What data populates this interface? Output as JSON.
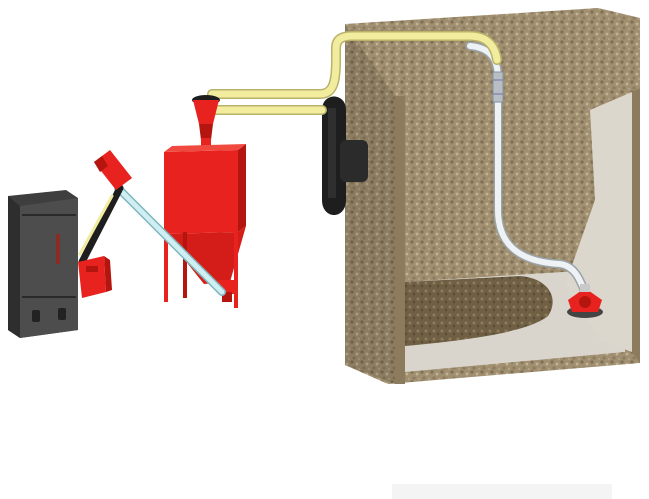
{
  "colors": {
    "background": "#ffffff",
    "boiler_body": "#3e3e3e",
    "boiler_front": "#4d4d4d",
    "accent_red": "#e8231f",
    "accent_red_dark": "#b5150f",
    "pipe_yellow": "#f1ec9e",
    "pipe_white": "#eef2f4",
    "hose_cyan": "#cfeff2",
    "vacuum_unit": "#1e1e1e",
    "storage_wall": "#9a8a6c",
    "storage_floor": "#d9d5cc",
    "pellet_pile": "#7a6a4e"
  },
  "components": [
    {
      "id": "boiler",
      "icon": "boiler-icon"
    },
    {
      "id": "burner",
      "icon": "burner-icon"
    },
    {
      "id": "screw-feeder",
      "icon": "screw-feeder-icon"
    },
    {
      "id": "hopper",
      "icon": "hopper-icon"
    },
    {
      "id": "cyclone",
      "icon": "cyclone-icon"
    },
    {
      "id": "suction-pipe",
      "icon": "pipe-icon"
    },
    {
      "id": "vacuum-unit",
      "icon": "fan-icon"
    },
    {
      "id": "pellet-storage",
      "icon": "storage-room-icon"
    },
    {
      "id": "suction-probe",
      "icon": "suction-head-icon"
    }
  ]
}
